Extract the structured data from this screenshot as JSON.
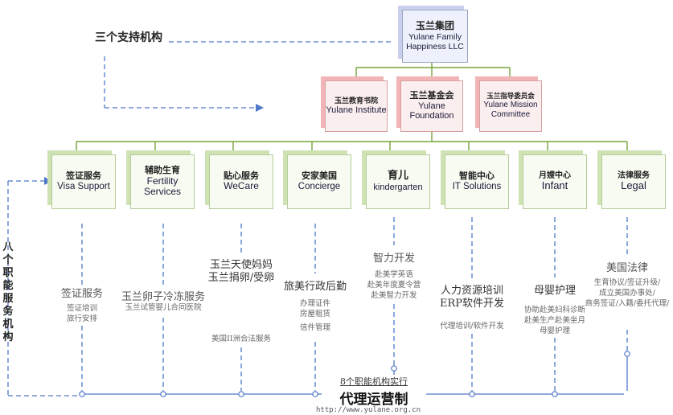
{
  "support_label": "三个支持机构",
  "eight_label": "八个职能服务机构",
  "top": {
    "zh": "玉兰集团",
    "en": "Yulane Family Happiness LLC"
  },
  "support_units": [
    {
      "zh": "玉兰教育书院",
      "en": "Yulane Institute"
    },
    {
      "zh": "玉兰基金会",
      "en": "Yulane Foundation"
    },
    {
      "zh": "玉兰指导委员会",
      "en": "Yulane Mission Committee"
    }
  ],
  "services": [
    {
      "zh": "签证服务",
      "en": "Visa Support"
    },
    {
      "zh": "辅助生育",
      "en": "Fertility Services"
    },
    {
      "zh": "贴心服务",
      "en": "WeCare"
    },
    {
      "zh": "安家美国",
      "en": "Concierge"
    },
    {
      "zh": "育儿",
      "en": "kindergarten"
    },
    {
      "zh": "智能中心",
      "en": "IT Solutions"
    },
    {
      "zh": "月嫂中心",
      "en": "Infant"
    },
    {
      "zh": "法律服务",
      "en": "Legal"
    }
  ],
  "details": {
    "visa_title": "签证服务",
    "visa_sub1": "签证培训",
    "visa_sub2": "旅行安排",
    "fertility_title": "玉兰卵子冷冻服务",
    "fertility_sub": "玉兰试管婴儿合同医院",
    "wecare_title1": "玉兰天使妈妈",
    "wecare_title2": "玉兰捐卵/受卵",
    "wecare_sub": "美国II洲合法服务",
    "concierge_title": "旅美行政后勤",
    "concierge_sub1": "办理证件",
    "concierge_sub2": "房屋租赁",
    "concierge_sub3": "信件管理",
    "kg_title": "智力开发",
    "kg_sub1": "赴美学英语",
    "kg_sub2": "赴美年度夏令营",
    "kg_sub3": "赴美智力开发",
    "it_title1": "人力资源培训",
    "it_title2": "ERP软件开发",
    "it_sub": "代理培训/软件开发",
    "infant_title": "母婴护理",
    "infant_sub1": "协助赴美妇科诊断",
    "infant_sub2": "赴美生产赴美坐月",
    "infant_sub3": "母婴护理",
    "legal_title": "美国法律",
    "legal_sub1": "生育协议/签证升级/",
    "legal_sub2": "成立美国办事处/",
    "legal_sub3": "商务签证/入籍/委托代理/"
  },
  "bottom": {
    "caption": "8个职能机构实行",
    "title": "代理运营制",
    "url": "http://www.yulane.org.cn"
  }
}
